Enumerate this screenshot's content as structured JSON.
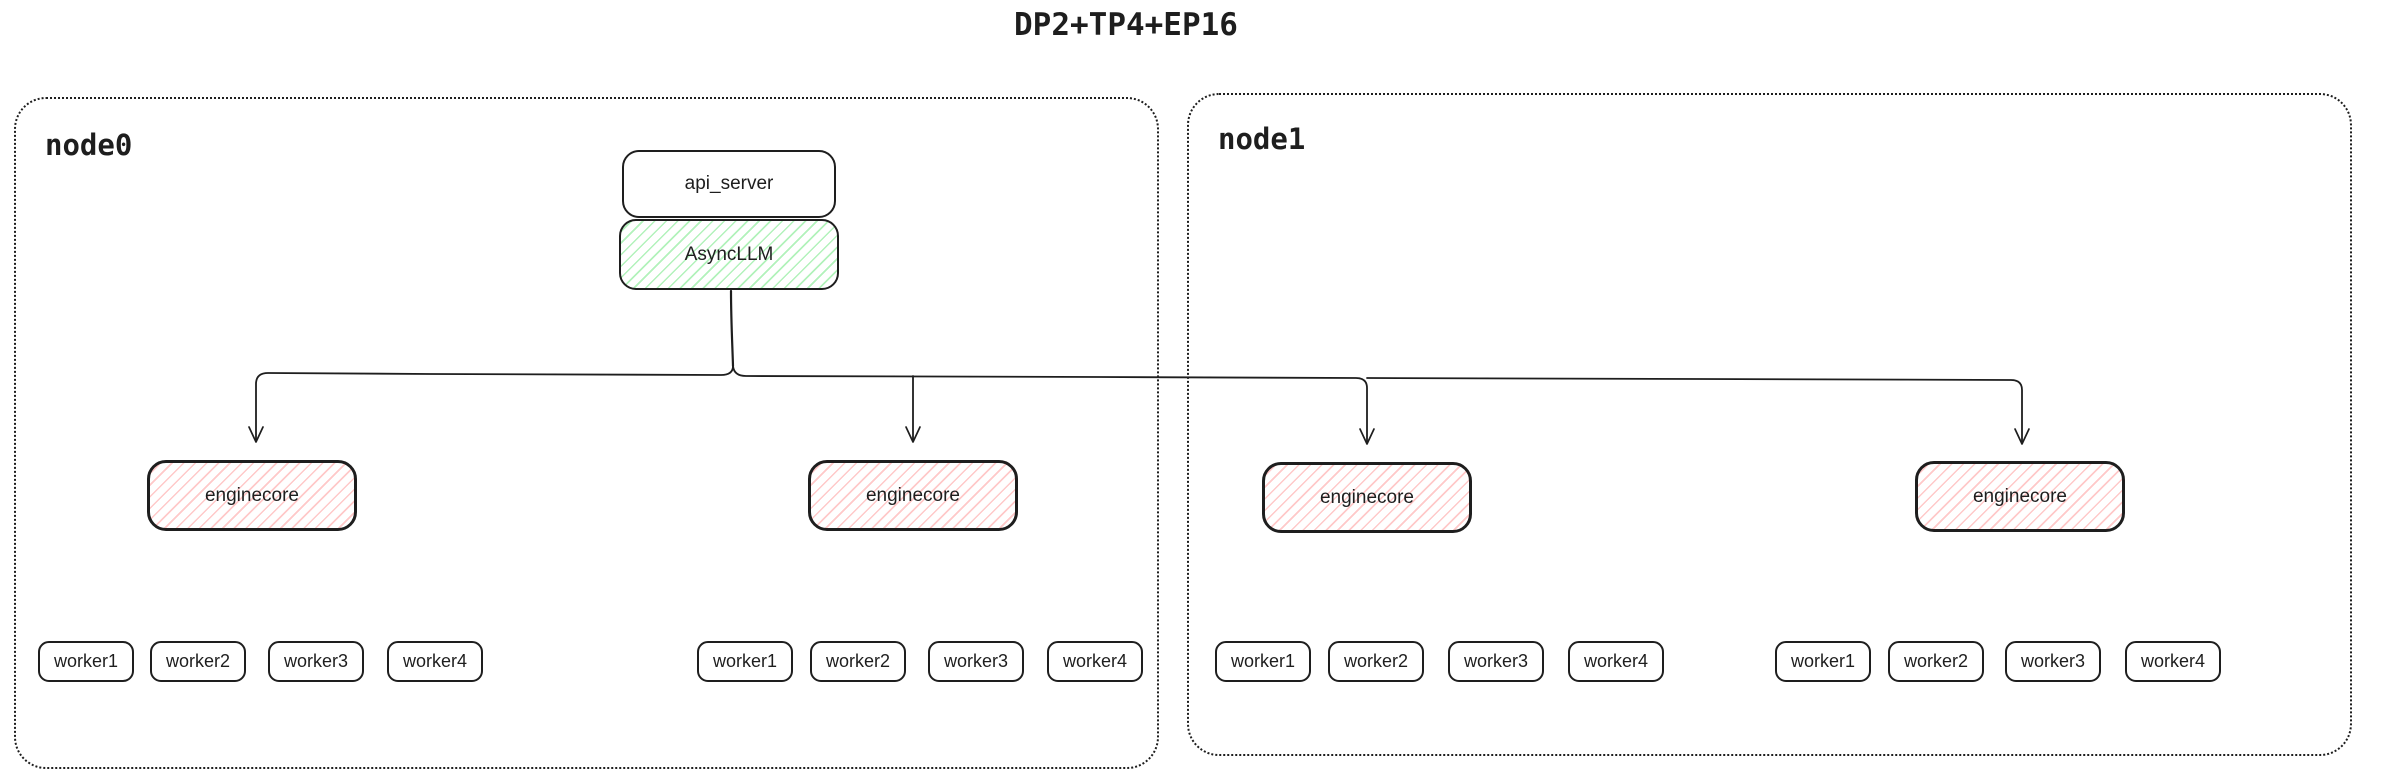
{
  "title": "DP2+TP4+EP16",
  "colors": {
    "stroke": "#1e1e1e",
    "async_fill": "#b2f2bb",
    "engine_fill": "#ffc9c9",
    "background": "#ffffff"
  },
  "api_server": {
    "label": "api_server"
  },
  "asyncllm": {
    "label": "AsyncLLM"
  },
  "nodes": [
    {
      "label": "node0",
      "enginecores": [
        {
          "label": "enginecore",
          "workers": [
            "worker1",
            "worker2",
            "worker3",
            "worker4"
          ]
        },
        {
          "label": "enginecore",
          "workers": [
            "worker1",
            "worker2",
            "worker3",
            "worker4"
          ]
        }
      ]
    },
    {
      "label": "node1",
      "enginecores": [
        {
          "label": "enginecore",
          "workers": [
            "worker1",
            "worker2",
            "worker3",
            "worker4"
          ]
        },
        {
          "label": "enginecore",
          "workers": [
            "worker1",
            "worker2",
            "worker3",
            "worker4"
          ]
        }
      ]
    }
  ]
}
